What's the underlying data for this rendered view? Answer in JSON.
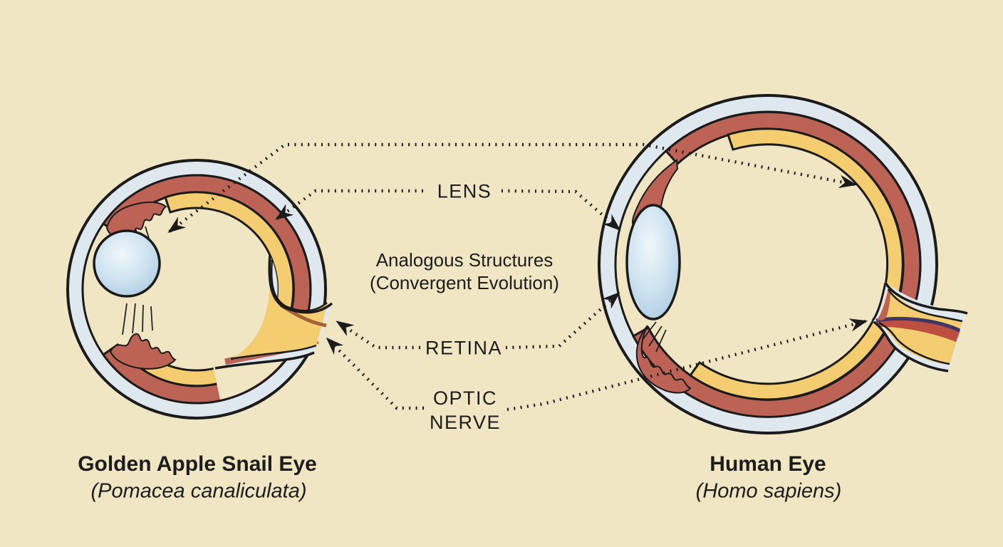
{
  "diagram": {
    "center_labels": {
      "lens": "LENS",
      "retina": "RETINA",
      "optic": {
        "line1": "OPTIC",
        "line2": "NERVE"
      },
      "heading": {
        "line1": "Analogous Structures",
        "line2": "(Convergent Evolution)"
      }
    },
    "captions": {
      "left": {
        "title": "Golden Apple Snail Eye",
        "species": "(Pomacea canaliculata)"
      },
      "right": {
        "title": "Human Eye",
        "species": "(Homo sapiens)"
      }
    },
    "colors": {
      "background": "#f0e6c4",
      "outline": "#1b1b1b",
      "sclera": "#dfe8ee",
      "choroid_red": "#bd6355",
      "retina_yellow": "#f4cd70",
      "snail_nerve_stripe": "#a55f3a",
      "human_nerve_stripe": "#bd4f42",
      "human_nerve_line": "#3f3566",
      "lens_blue_edge": "#a9c8e0",
      "lens_blue_mid": "#cde2f0",
      "lens_blue_center": "#f0f7fb",
      "text": "#1c1c1c"
    }
  }
}
